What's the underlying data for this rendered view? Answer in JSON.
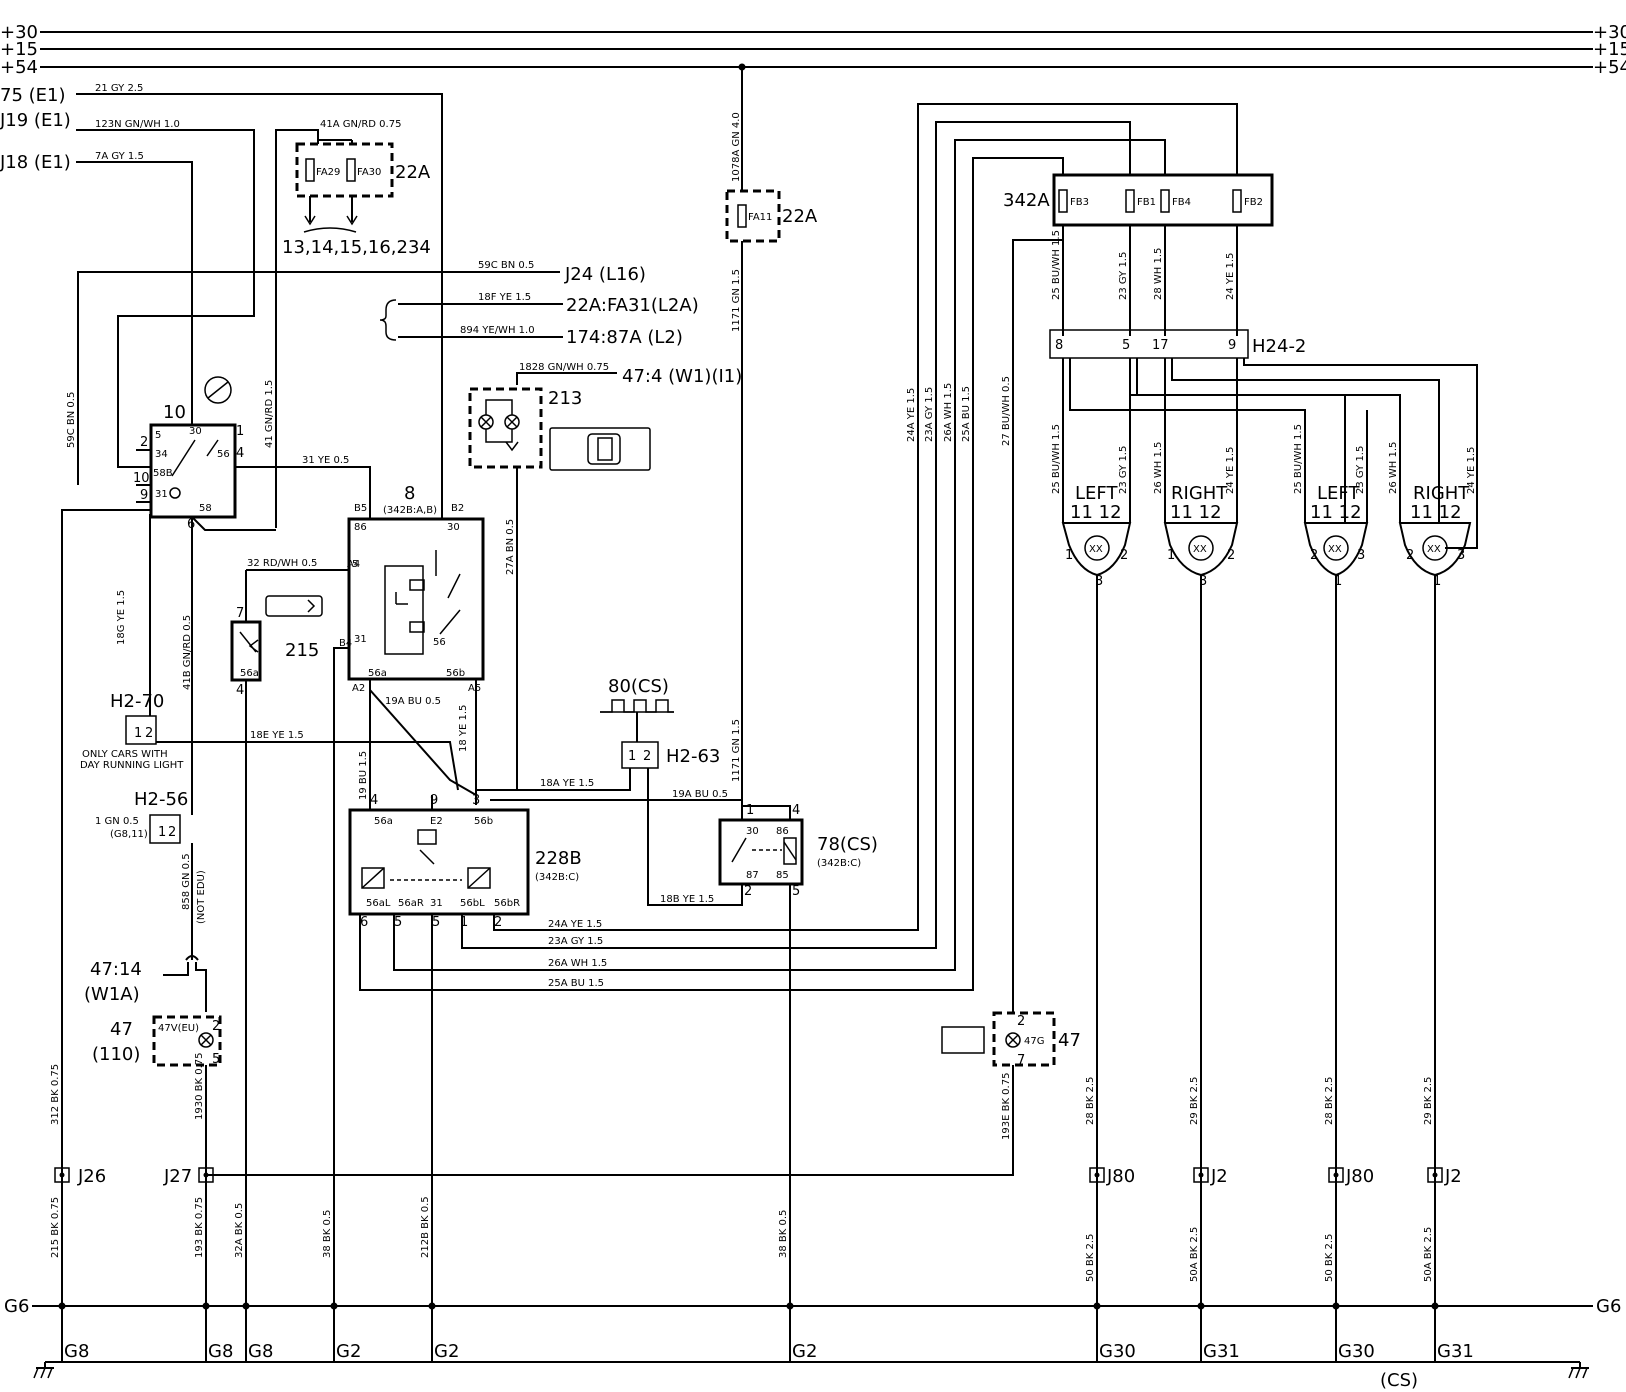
{
  "buses": {
    "b30": "+30",
    "b15": "+15",
    "b54": "+54",
    "g6": "G6"
  },
  "inputs": {
    "in75": "75 (E1)",
    "inJ19": "J19 (E1)",
    "inJ18": "J18 (E1)",
    "outJ24": "J24 (L16)",
    "out22a": "22A:FA31(L2A)",
    "out174": "174:87A (L2)",
    "out47": "47:4 (W1)(I1)",
    "in47_14": "47:14",
    "in47_14b": "(W1A)"
  },
  "components": {
    "c22a_top": "22A",
    "c22a_top_ref": "13,14,15,16,234",
    "c22a_mid": "22A",
    "c342a": "342A",
    "c10": "10",
    "c8": "8",
    "c8_sub": "(342B:A,B)",
    "c213": "213",
    "c215": "215",
    "c80": "80(CS)",
    "cH263": "H2-63",
    "c78": "78(CS)",
    "c78_sub": "(342B:C)",
    "c228b": "228B",
    "c228b_sub": "(342B:C)",
    "cH270": "H2-70",
    "cH270_note1": "ONLY CARS WITH",
    "cH270_note2": "DAY RUNNING LIGHT",
    "cH256": "H2-56",
    "c47a": "47",
    "c47a_sub": "(110)",
    "c47b": "47",
    "cH242": "H24-2",
    "fa29": "FA29",
    "fa30": "FA30",
    "fa11": "FA11",
    "fb3": "FB3",
    "fb1": "FB1",
    "fb4": "FB4",
    "fb2": "FB2",
    "f47v": "47V(EU)",
    "f47g": "47G"
  },
  "lamps": [
    {
      "side": "LEFT",
      "pins": "11  12"
    },
    {
      "side": "RIGHT",
      "pins": "11  12"
    },
    {
      "side": "LEFT",
      "pins": "11  12"
    },
    {
      "side": "RIGHT",
      "pins": "11  12"
    }
  ],
  "wires": {
    "w21": "21 GY 2.5",
    "w123n": "123N GN/WH 1.0",
    "w7a": "7A GY 1.5",
    "w41a": "41A GN/RD 0.75",
    "w59c": "59C BN 0.5",
    "w18f": "18F YE 1.5",
    "w894": "894 YE/WH 1.0",
    "w1828": "1828 GN/WH 0.75",
    "w1078a": "1078A GN 4.0",
    "w1171": "1171 GN 1.5",
    "w1171b": "1171 GN 1.5",
    "w59cv": "59C BN 0.5",
    "w41": "41 GN/RD 1.5",
    "w31": "31 YE 0.5",
    "w32": "32 RD/WH 0.5",
    "w27a": "27A BN 0.5",
    "w18g": "18G YE 1.5",
    "w41b": "41B GN/RD 0.5",
    "w18e": "18E YE 1.5",
    "w1gn": "1 GN 0.5",
    "w858": "858 GN 0.5",
    "w19a": "19A BU 0.5",
    "w18ye": "18 YE 1.5",
    "w19bu": "19 BU 1.5",
    "w18a": "18A YE 1.5",
    "w19a2": "19A BU 0.5",
    "w18b": "18B YE 1.5",
    "w24a": "24A YE 1.5",
    "w23a": "23A GY 1.5",
    "w26a": "26A WH 1.5",
    "w25a": "25A BU 1.5",
    "w24av": "24A YE 1.5",
    "w23av": "23A GY 1.5",
    "w26av": "26A WH 1.5",
    "w25av": "25A BU 1.5",
    "w27": "27 BU/WH 0.5",
    "w25": "25 BU/WH 1.5",
    "w23": "23 GY 1.5",
    "w28": "28 WH 1.5",
    "w24": "24 YE 1.5",
    "w312": "312 BK 0.75",
    "w1930": "1930 BK 0.75",
    "w193e": "193E BK 0.75",
    "w215": "215 BK 0.75",
    "w193": "193 BK 0.75",
    "w32a": "32A BK 0.5",
    "w38": "38 BK 0.5",
    "w212b": "212B BK 0.5",
    "w38b": "38 BK 0.5",
    "w28bk": "28 BK 2.5",
    "w29bk": "29 BK 2.5",
    "w28bk2": "28 BK 2.5",
    "w29bk2": "29 BK 2.5",
    "w50": "50 BK 2.5",
    "w50a": "50A BK 2.5",
    "w50b": "50 BK 2.5",
    "w50a2": "50A BK 2.5"
  },
  "junctions": {
    "j26": "J26",
    "j27": "J27",
    "j80a": "J80",
    "j2a": "J2",
    "j80b": "J80",
    "j2b": "J2"
  },
  "grounds": {
    "g8a": "G8",
    "g8b": "G8",
    "g8c": "G8",
    "g2a": "G2",
    "g2b": "G2",
    "g2c": "G2",
    "g30a": "G30",
    "g31a": "G31",
    "g30b": "G30",
    "g31b": "G31",
    "cs": "(CS)"
  }
}
